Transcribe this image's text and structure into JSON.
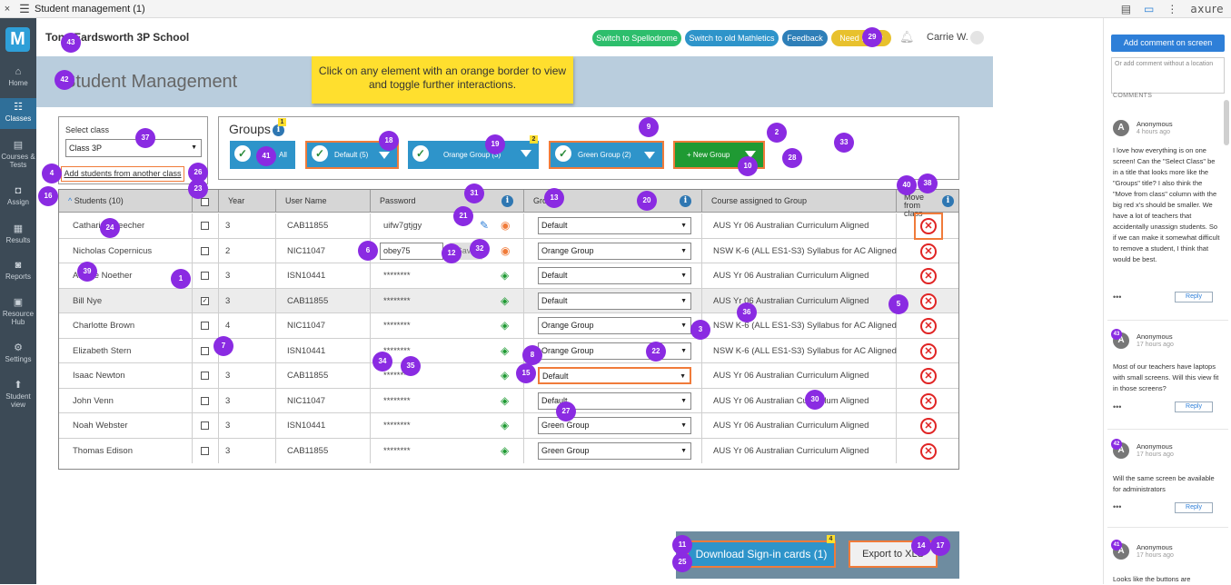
{
  "topbar": {
    "close": "×",
    "menu": "☰",
    "title": "Student management (1)",
    "brand": "axure"
  },
  "nav": {
    "logo": "M",
    "items": [
      {
        "label": "Home"
      },
      {
        "label": "Classes"
      },
      {
        "label": "Courses & Tests"
      },
      {
        "label": "Assign"
      },
      {
        "label": "Results"
      },
      {
        "label": "Reports"
      },
      {
        "label": "Resource Hub"
      },
      {
        "label": "Settings"
      },
      {
        "label": "Student view"
      }
    ]
  },
  "header": {
    "school": "Tony Eardsworth 3P School",
    "buttons": [
      "Switch to Spellodrome",
      "Switch to old Mathletics",
      "Feedback",
      "Need Help?"
    ],
    "user": "Carrie W."
  },
  "page_title": "Student Management",
  "tooltip": "Click on any element with an orange border to view and toggle further interactions.",
  "class_panel": {
    "label": "Select class",
    "selected": "Class 3P",
    "add_link": "Add students from another class"
  },
  "groups": {
    "title": "Groups",
    "title_badge": "1",
    "buttons": [
      {
        "label": "All"
      },
      {
        "label": "Default (5)"
      },
      {
        "label": "Orange Group (3)",
        "badge": "2"
      },
      {
        "label": "Green Group (2)"
      }
    ],
    "new_group": "+ New Group"
  },
  "table": {
    "headers": [
      "Students (10)",
      "",
      "Year",
      "User Name",
      "Password",
      "Group",
      "Course assigned to Group",
      "Move from class"
    ],
    "rows": [
      {
        "name": "Catharine Beecher",
        "checked": false,
        "year": "3",
        "user": "CAB11855",
        "password": "uifw7gtjgy",
        "group": "Default",
        "course": "AUS Yr 06 Australian Curriculum Aligned"
      },
      {
        "name": "Nicholas Copernicus",
        "checked": false,
        "year": "2",
        "user": "NIC11047",
        "password": "obey75",
        "group": "Orange Group",
        "course": "NSW K-6 (ALL ES1-S3) Syllabus for AC Aligned"
      },
      {
        "name": "Amalie Noether",
        "checked": false,
        "year": "3",
        "user": "ISN10441",
        "password": "********",
        "group": "Default",
        "course": "AUS Yr 06 Australian Curriculum Aligned"
      },
      {
        "name": "Bill Nye",
        "checked": true,
        "year": "3",
        "user": "CAB11855",
        "password": "********",
        "group": "Default",
        "course": "AUS Yr 06 Australian Curriculum Aligned"
      },
      {
        "name": "Charlotte Brown",
        "checked": false,
        "year": "4",
        "user": "NIC11047",
        "password": "********",
        "group": "Orange Group",
        "course": "NSW K-6 (ALL ES1-S3) Syllabus for AC Aligned"
      },
      {
        "name": "Elizabeth Stern",
        "checked": false,
        "year": "3",
        "user": "ISN10441",
        "password": "********",
        "group": "Orange Group",
        "course": "NSW K-6 (ALL ES1-S3) Syllabus for AC Aligned"
      },
      {
        "name": "Isaac Newton",
        "checked": false,
        "year": "3",
        "user": "CAB11855",
        "password": "********",
        "group": "Default",
        "course": "AUS Yr 06 Australian Curriculum Aligned"
      },
      {
        "name": "John Venn",
        "checked": false,
        "year": "3",
        "user": "NIC11047",
        "password": "********",
        "group": "Default",
        "course": "AUS Yr 06 Australian Curriculum Aligned"
      },
      {
        "name": "Noah Webster",
        "checked": false,
        "year": "3",
        "user": "ISN10441",
        "password": "********",
        "group": "Green Group",
        "course": "AUS Yr 06 Australian Curriculum Aligned"
      },
      {
        "name": "Thomas Edison",
        "checked": false,
        "year": "3",
        "user": "CAB11855",
        "password": "********",
        "group": "Green Group",
        "course": "AUS Yr 06 Australian Curriculum Aligned"
      }
    ],
    "save_label": "Save"
  },
  "footer": {
    "download": "Download Sign-in cards (1)",
    "download_badge": "4",
    "export": "Export to XLS"
  },
  "comments": {
    "add_button": "Add comment on screen",
    "placeholder": "Or add comment without a location",
    "header": "COMMENTS",
    "items": [
      {
        "author": "Anonymous",
        "time": "4 hours ago",
        "text": "I love how everything is on one screen! Can the \"Select Class\" be in a title that looks more like the \"Groups\" title? I also think the \"Move from class\" column with the big red x's should be smaller. We have a lot of teachers that accidentally unassign students. So if we can make it somewhat difficult to remove a student, I think that would be best.",
        "reply": "Reply"
      },
      {
        "author": "Anonymous",
        "time": "17 hours ago",
        "text": "Most of our teachers have laptops with small screens. Will this view fit in those screens?",
        "reply": "Reply",
        "pin": "43"
      },
      {
        "author": "Anonymous",
        "time": "17 hours ago",
        "text": "Will the same screen be available for administrators",
        "reply": "Reply",
        "pin": "42"
      },
      {
        "author": "Anonymous",
        "time": "17 hours ago",
        "text": "Looks like the buttons are",
        "reply": "",
        "pin": "41"
      }
    ]
  },
  "markers": [
    "1",
    "2",
    "3",
    "4",
    "5",
    "6",
    "7",
    "8",
    "9",
    "10",
    "11",
    "12",
    "13",
    "14",
    "15",
    "16",
    "17",
    "18",
    "19",
    "20",
    "21",
    "22",
    "23",
    "24",
    "25",
    "26",
    "27",
    "28",
    "29",
    "30",
    "31",
    "32",
    "33",
    "34",
    "35",
    "36",
    "37",
    "38",
    "39",
    "40",
    "41",
    "42",
    "43"
  ],
  "colors": {
    "accent_blue": "#2e94ca",
    "orange_border": "#f07b3a",
    "marker_purple": "#8a2be2",
    "green": "#1f9a33",
    "remove_red": "#e02424",
    "tooltip_yellow": "#ffdf2e"
  }
}
